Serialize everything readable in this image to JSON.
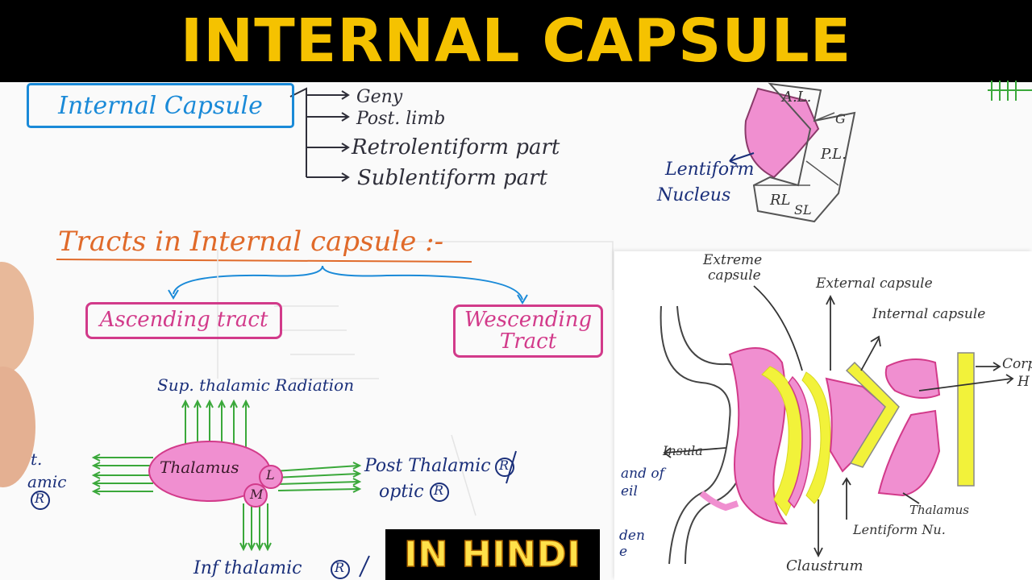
{
  "title": "INTERNAL CAPSULE",
  "badge": "IN HINDI",
  "parts_box": "Internal Capsule",
  "parts": [
    "Geny",
    "Post. limb",
    "Retrolentiform part",
    "Sublentiform part"
  ],
  "tracts_heading": "Tracts in Internal capsule :-",
  "ascending": "Ascending tract",
  "descending_line1": "Wescending",
  "descending_line2": "Tract",
  "thalamus": {
    "label": "Thalamus",
    "l": "L",
    "m": "M",
    "sup": "Sup. thalamic Radiation",
    "post_line1": "Post Thalamic",
    "post_line2": "optic",
    "inf": "Inf thalamic",
    "left_line1": "t.",
    "left_line2": "amic",
    "r": "R"
  },
  "top_diagram": {
    "al": "A.L.",
    "g": "G",
    "pl": "P.L.",
    "rl": "RL",
    "sl": "SL",
    "lentiform_line1": "Lentiform",
    "lentiform_line2": "Nucleus"
  },
  "right_diagram": {
    "extreme_line1": "Extreme",
    "extreme_line2": "capsule",
    "external": "External capsule",
    "internal": "Internal capsule",
    "corp": "Corp",
    "h": "H",
    "insula": "Insula",
    "band_line1": "and of",
    "band_line2": "eil",
    "den_line1": "den",
    "den_line2": "e",
    "thalamus": "Thalamus",
    "lentiform": "Lentiform Nu.",
    "claustrum": "Claustrum"
  },
  "colors": {
    "title_yellow": "#f5c200",
    "pink": "#d23a8a",
    "fill_pink": "#f08fd0",
    "yellow_fill": "#f2f23a",
    "green": "#3aa83a",
    "blue": "#1a8ad8"
  }
}
